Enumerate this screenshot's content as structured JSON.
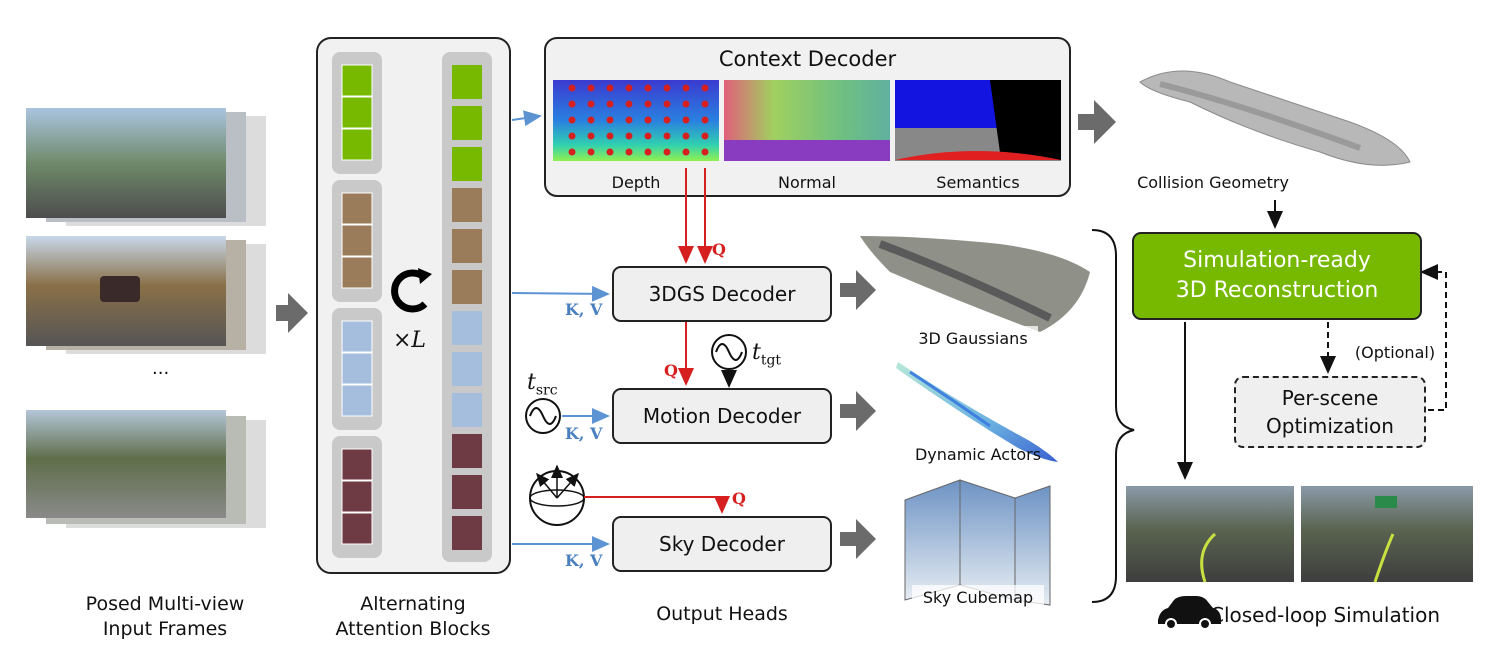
{
  "input": {
    "caption_line1": "Posed Multi-view",
    "caption_line2": "Input Frames",
    "ellipsis": "..."
  },
  "attention": {
    "caption_line1": "Alternating",
    "caption_line2": "Attention Blocks",
    "repeat_label": "×L"
  },
  "context_decoder": {
    "title": "Context Decoder",
    "panels": [
      "Depth",
      "Normal",
      "Semantics"
    ]
  },
  "output_heads": {
    "caption": "Output Heads",
    "gs_decoder": "3DGS Decoder",
    "motion_decoder": "Motion Decoder",
    "sky_decoder": "Sky Decoder",
    "kv_label": "K, V",
    "q_label": "Q",
    "t_src": "src",
    "t_tgt": "tgt"
  },
  "outputs": {
    "collision": "Collision Geometry",
    "gaussians": "3D Gaussians",
    "actors": "Dynamic Actors",
    "sky": "Sky Cubemap"
  },
  "reconstruction": {
    "line1": "Simulation-ready",
    "line2": "3D Reconstruction",
    "optional": "(Optional)",
    "opt_line1": "Per-scene",
    "opt_line2": "Optimization"
  },
  "simulation": {
    "caption": "Closed-loop Simulation",
    "icon": "car-icon"
  },
  "colors": {
    "green": "#76b900",
    "brown": "#9a7b5a",
    "blue": "#a6bedd",
    "maroon": "#6e3a44",
    "query_red": "#d62020",
    "kv_blue": "#5b93d3"
  }
}
